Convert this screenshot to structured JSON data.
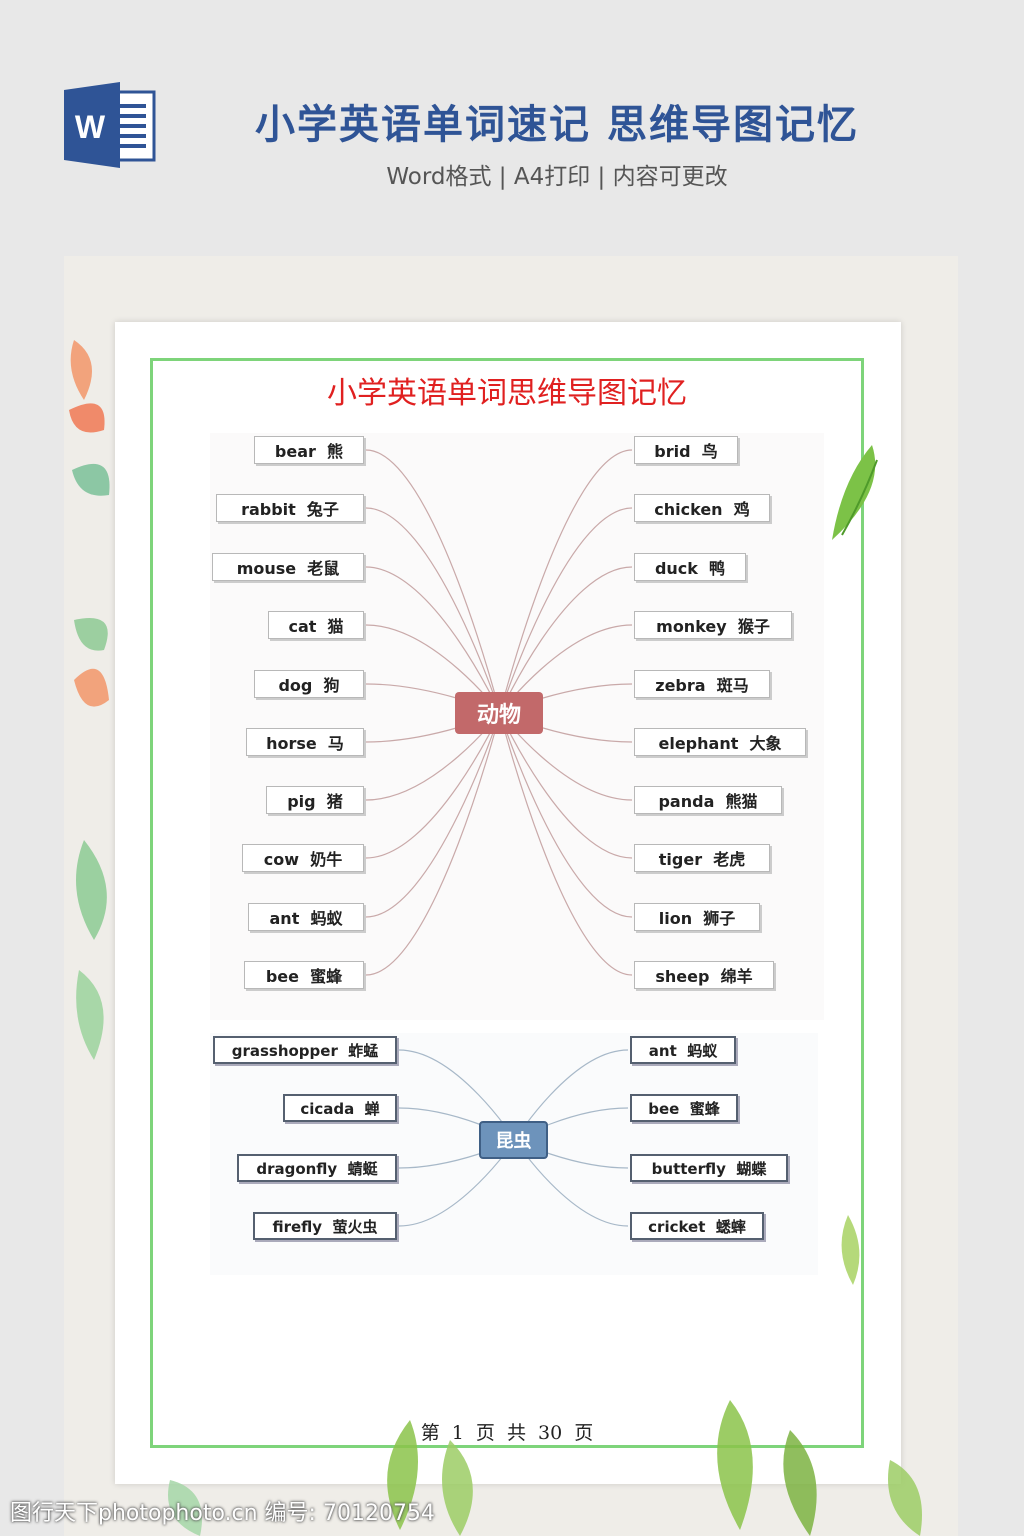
{
  "header": {
    "title": "小学英语单词速记 思维导图记忆",
    "subtitle": "Word格式 | A4打印 | 内容可更改",
    "logo_letter": "W"
  },
  "document": {
    "title": "小学英语单词思维导图记忆",
    "page_number": "第 1 页 共 30 页"
  },
  "animals": {
    "center": "动物",
    "left": [
      "bear  熊",
      "rabbit  兔子",
      "mouse  老鼠",
      "cat  猫",
      "dog  狗",
      "horse  马",
      "pig  猪",
      "cow  奶牛",
      "ant  蚂蚁",
      "bee  蜜蜂"
    ],
    "right": [
      "brid  鸟",
      "chicken  鸡",
      "duck  鸭",
      "monkey  猴子",
      "zebra  斑马",
      "elephant  大象",
      "panda  熊猫",
      "tiger  老虎",
      "lion  狮子",
      "sheep  绵羊"
    ]
  },
  "insects": {
    "center": "昆虫",
    "left": [
      "grasshopper  蚱蜢",
      "cicada  蝉",
      "dragonfly  蜻蜓",
      "firefly  萤火虫"
    ],
    "right": [
      "ant  蚂蚁",
      "bee  蜜蜂",
      "butterfly  蝴蝶",
      "cricket  蟋蟀"
    ]
  },
  "watermark": "图行天下photophoto.cn 编号: 70120754",
  "colors": {
    "title_blue": "#2f5496",
    "doc_title_red": "#e02020",
    "frame_green": "#7ed47a",
    "animal_center": "#c2696a",
    "insect_center": "#6d93bb"
  }
}
